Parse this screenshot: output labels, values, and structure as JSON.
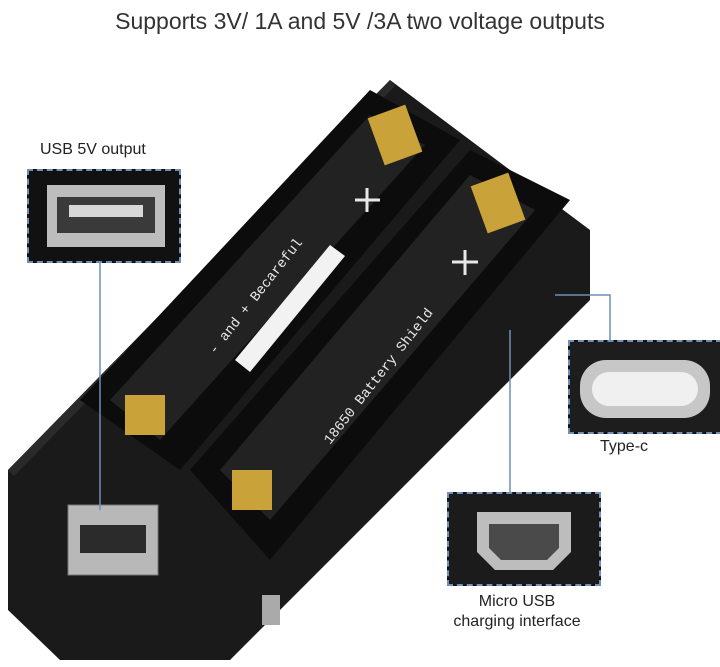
{
  "title": "Supports 3V/ 1A and 5V /3A two voltage outputs",
  "callouts": {
    "usb_output": "USB 5V output",
    "type_c": "Type-c",
    "micro_usb_line1": "Micro USB",
    "micro_usb_line2": "charging interface"
  },
  "board_text": {
    "holder_left": "- and + Becareful",
    "holder_right": "18650 Battery Shield"
  },
  "colors": {
    "board": "#1a1a1a",
    "holder": "#0c0c0c",
    "contact": "#c9a23a",
    "callout_line": "#6f8fb8",
    "silkscreen": "#e8e8e8"
  }
}
